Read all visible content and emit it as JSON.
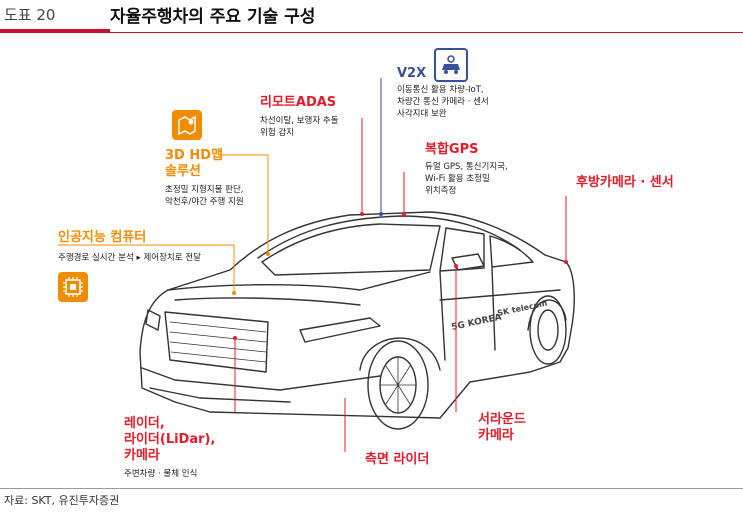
{
  "header": {
    "figure_label": "도표 20",
    "title": "자율주행차의 주요 기술 구성"
  },
  "components": {
    "v2x": {
      "title": "V2X",
      "desc": [
        "이동통신 활용 차량-IoT,",
        "차량간 통신 카메라 · 센서",
        "사각지대 보완"
      ]
    },
    "remote_adas": {
      "title": "리모트ADAS",
      "desc": [
        "차선이탈, 보행자 추돌",
        "위험 감지"
      ]
    },
    "hd_map": {
      "title": [
        "3D HD맵",
        "솔루션"
      ],
      "desc": [
        "초정밀 지형지물 판단,",
        "악천후/야간 주행 지원"
      ]
    },
    "gps": {
      "title": "복합GPS",
      "desc": [
        "듀얼 GPS, 통신기지국,",
        "Wi-Fi 활용 초정밀",
        "위치측정"
      ]
    },
    "rear_camera": {
      "title": "후방카메라 · 센서"
    },
    "ai_computer": {
      "title": "인공지능 컴퓨터",
      "desc": "주행경로 실시간 분석 ▸ 제어장치로 전달"
    },
    "radar": {
      "title": [
        "레이더,",
        "라이더(LiDar),",
        "카메라"
      ],
      "desc": "주변차량 · 물체 인식"
    },
    "side_lidar": {
      "title": "측면 라이더"
    },
    "surround_camera": {
      "title": [
        "서라운드",
        "카메라"
      ]
    }
  },
  "car_decal": {
    "text_5g": "5G KOREA",
    "text_sk": "SK telecom"
  },
  "footer": {
    "source": "자료: SKT, 유진투자증권"
  },
  "colors": {
    "red": "#e21b2b",
    "orange": "#f08c00",
    "blue": "#3a4f9a",
    "rule": "#c8102e"
  }
}
